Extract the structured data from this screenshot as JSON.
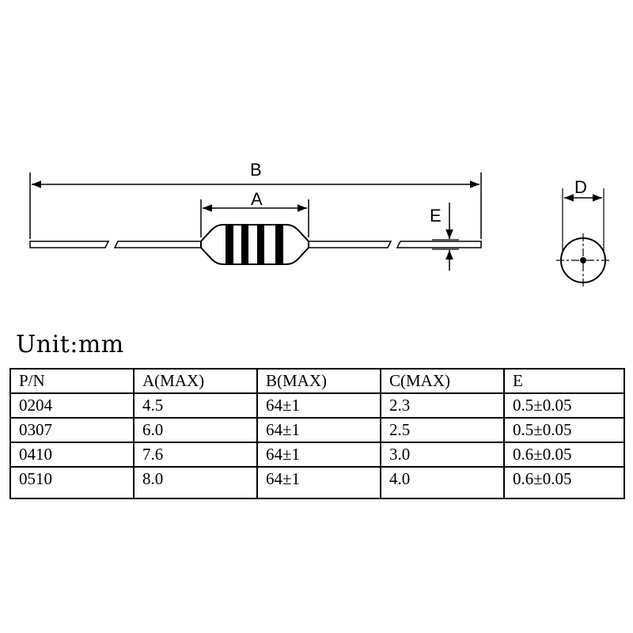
{
  "drawing": {
    "labels": {
      "b": "B",
      "a": "A",
      "e": "E",
      "d": "D"
    }
  },
  "unit": "Unit:mm",
  "table": {
    "headers": [
      "P/N",
      "A(MAX)",
      "B(MAX)",
      "C(MAX)",
      "E"
    ],
    "rows": [
      [
        "0204",
        "4.5",
        "64±1",
        "2.3",
        "0.5±0.05"
      ],
      [
        "0307",
        "6.0",
        "64±1",
        "2.5",
        "0.5±0.05"
      ],
      [
        "0410",
        "7.6",
        "64±1",
        "3.0",
        "0.6±0.05"
      ],
      [
        "0510",
        "8.0",
        "64±1",
        "4.0",
        "0.6±0.05"
      ]
    ]
  }
}
